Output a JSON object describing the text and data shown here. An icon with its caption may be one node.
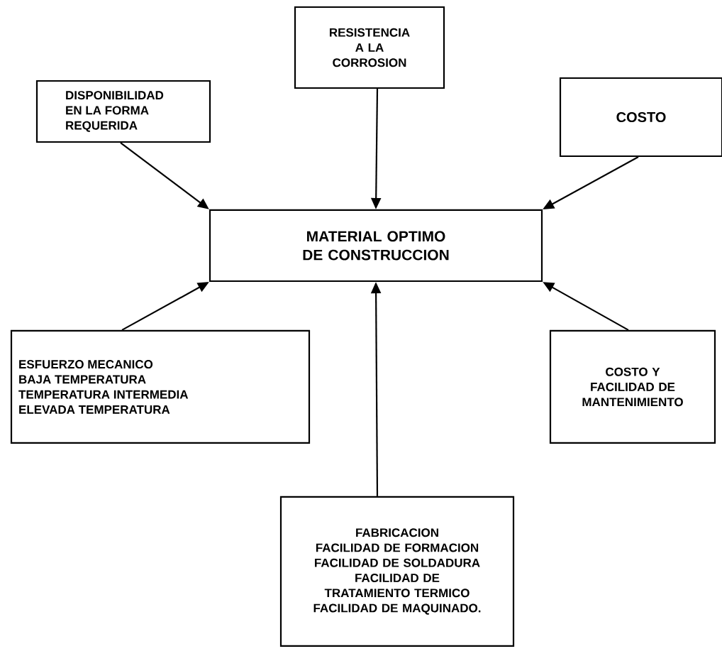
{
  "diagram": {
    "nodes": [
      {
        "text": [
          "DISPONIBILIDAD EN LA FORMA REQUERIDA"
        ]
      },
      {
        "text": [
          "RESISTENCIA A LA CORROSION"
        ]
      },
      {
        "text": [
          "COSTO"
        ]
      },
      {
        "text": [
          "MATERIAL OPTIMO DE CONSTRUCCION"
        ]
      },
      {
        "text": [
          "ESFUERZO MECANICO",
          "BAJA TEMPERATURA",
          "TEMPERATURA INTERMEDIA",
          "ELEVADA TEMPERATURA"
        ]
      },
      {
        "text": [
          "COSTO Y FACILIDAD DE MANTENIMIENTO"
        ]
      },
      {
        "text": [
          "FABRICACION",
          "FACILIDAD DE FORMACION",
          "FACILIDAD DE SOLDADURA",
          "FACILIDAD DE TRATAMIENTO TERMICO",
          "FACILIDAD DE MAQUINADO."
        ]
      }
    ],
    "edges": [
      {
        "from": 0,
        "to": 3,
        "arrow": "to"
      },
      {
        "from": 1,
        "to": 3,
        "arrow": "to"
      },
      {
        "from": 2,
        "to": 3,
        "arrow": "to"
      },
      {
        "from": 4,
        "to": 3,
        "arrow": "to"
      },
      {
        "from": 6,
        "to": 3,
        "arrow": "to"
      },
      {
        "from": 5,
        "to": 3,
        "arrow": "to"
      }
    ]
  }
}
